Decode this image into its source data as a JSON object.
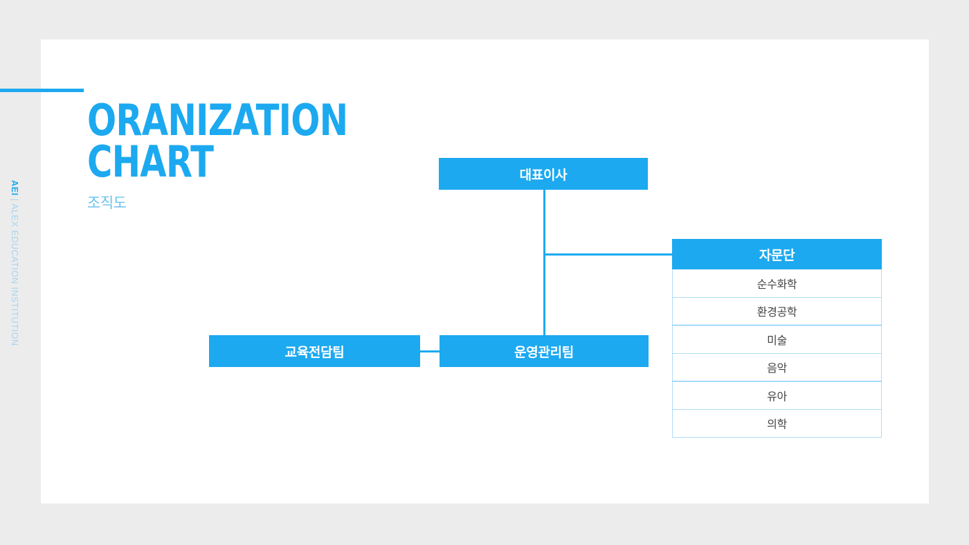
{
  "slide": {
    "background_color": "#ececec",
    "card_color": "#ffffff",
    "accent_color": "#1ca9f0",
    "accent_light_color": "#6bc2ef"
  },
  "side_label": {
    "brand": "AEI",
    "full": " | ALEX EDUCATION INSTITUTION"
  },
  "title": {
    "main": "ORANIZATION\nCHART",
    "sub": "조직도"
  },
  "chart_data": {
    "type": "diagram",
    "title": "ORANIZATION CHART",
    "subtitle": "조직도",
    "nodes": [
      {
        "id": "ceo",
        "label": "대표이사",
        "level": 0
      },
      {
        "id": "ops",
        "label": "운영관리팀",
        "level": 1
      },
      {
        "id": "edu",
        "label": "교육전담팀",
        "level": 1
      },
      {
        "id": "advisory",
        "label": "자문단",
        "level": 1
      }
    ],
    "edges": [
      {
        "from": "ceo",
        "to": "ops"
      },
      {
        "from": "ceo",
        "to": "advisory"
      },
      {
        "from": "ops",
        "to": "edu"
      }
    ]
  },
  "nodes": {
    "ceo": "대표이사",
    "edu_team": "교육전담팀",
    "ops_team": "운영관리팀"
  },
  "advisory": {
    "header": "자문단",
    "rows": [
      "순수화학",
      "환경공학",
      "미술",
      "음악",
      "유아",
      "의학"
    ]
  }
}
